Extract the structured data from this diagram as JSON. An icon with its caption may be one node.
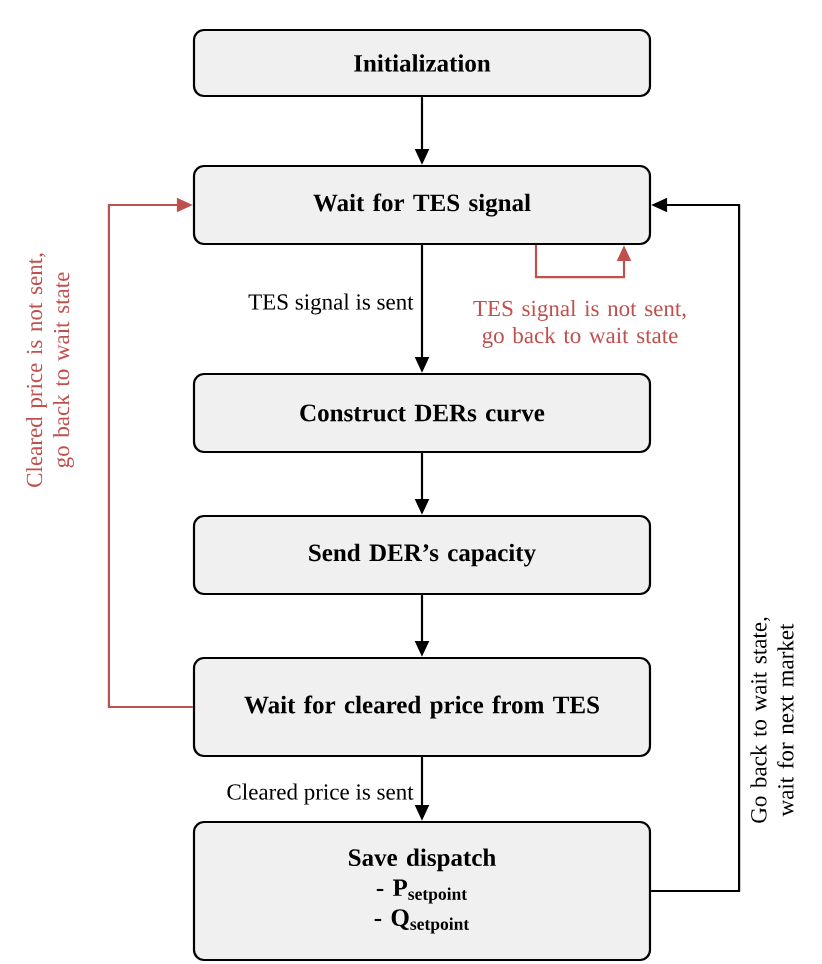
{
  "diagram": {
    "nodes": [
      {
        "text": [
          "Initialization"
        ]
      },
      {
        "text": [
          "Wait for TES signal"
        ]
      },
      {
        "text": [
          "Construct DERs curve"
        ]
      },
      {
        "text": [
          "Send DER’s capacity"
        ]
      },
      {
        "text": [
          "Wait for cleared price from TES"
        ]
      },
      {
        "text": [
          "Save dispatch",
          "- P$_{setpoint}$",
          "- Q$_{setpoint}$"
        ]
      }
    ],
    "edges": [
      {
        "from": 0,
        "to": 1,
        "arrow": "to"
      },
      {
        "from": 1,
        "to": 2,
        "arrow": "to",
        "label": "TES signal is sent"
      },
      {
        "from": 1,
        "to": 1,
        "arrow": "to",
        "label": "TES signal is not sent, go back to wait state",
        "color": "#c0504d"
      },
      {
        "from": 2,
        "to": 3,
        "arrow": "to"
      },
      {
        "from": 3,
        "to": 4,
        "arrow": "to"
      },
      {
        "from": 4,
        "to": 1,
        "arrow": "to",
        "label": "Cleared price is not sent, go back to wait state",
        "color": "#c0504d"
      },
      {
        "from": 4,
        "to": 5,
        "arrow": "to",
        "label": "Cleared price is sent"
      },
      {
        "from": 5,
        "to": 1,
        "arrow": "to",
        "label": "Go back to wait state, wait for next market"
      }
    ]
  }
}
